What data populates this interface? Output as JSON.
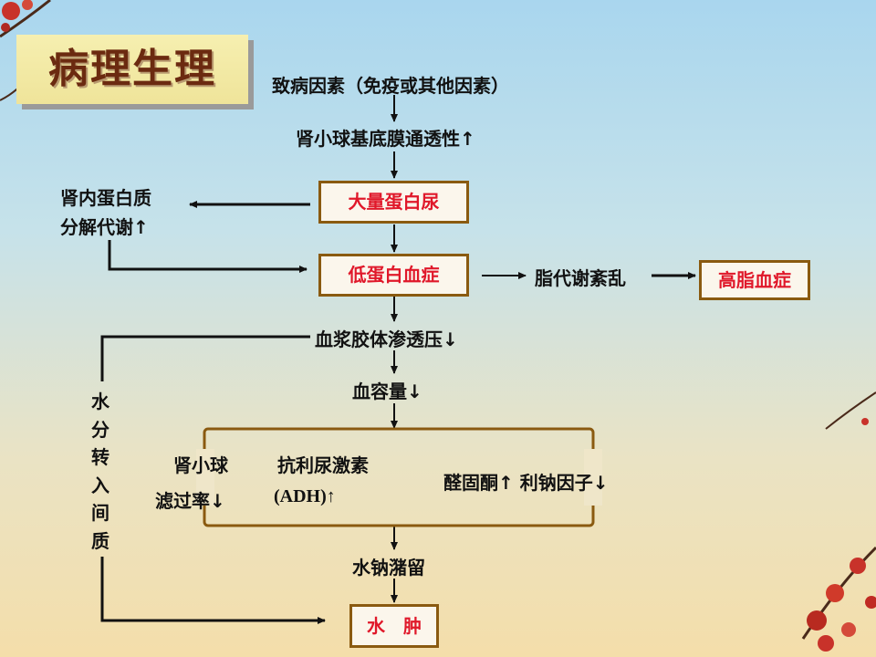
{
  "slide": {
    "title": "病理生理"
  },
  "diagram": {
    "cause": "致病因素（免疫或其他因素）",
    "gbm_permeability": "肾小球基底膜通透性↑",
    "proteinuria": "大量蛋白尿",
    "renal_catabolism_line1": "肾内蛋白质",
    "renal_catabolism_line2": "分解代谢↑",
    "hypoalbuminemia": "低蛋白血症",
    "lipid_disorder": "脂代谢紊乱",
    "hyperlipidemia": "高脂血症",
    "colloid_pressure": "血浆胶体渗透压↓",
    "blood_volume": "血容量↓",
    "water_shift": [
      "水",
      "分",
      "转",
      "入",
      "间",
      "质"
    ],
    "gfr_line1": "肾小球",
    "gfr_line2": "滤过率↓",
    "adh_line1": "抗利尿激素",
    "adh_line2": "(ADH)↑",
    "aldosterone": "醛固酮↑ 利钠因子↓",
    "retention": "水钠潴留",
    "edema": "水　肿"
  },
  "colors": {
    "highlight_text": "#e0182a",
    "box_border": "#8a5a10",
    "bracket_border": "#8a5a10",
    "title_bg": "#f6efb0",
    "title_text": "#6b2a10"
  }
}
